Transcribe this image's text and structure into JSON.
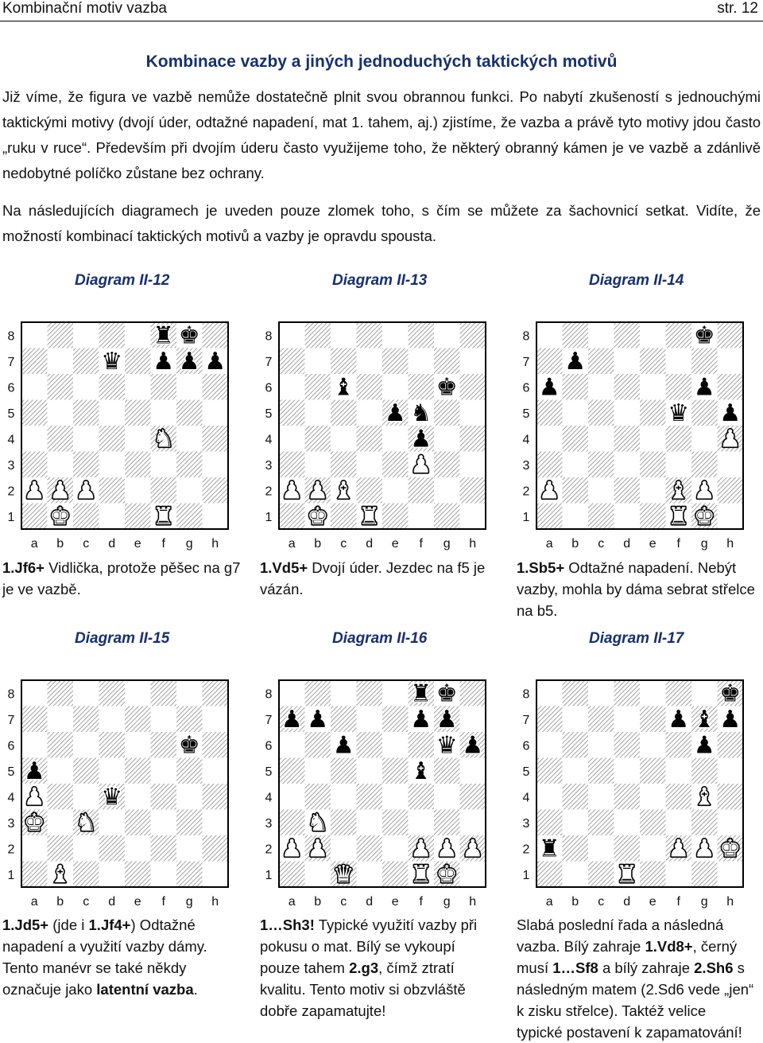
{
  "header": {
    "left": "Kombinační motiv vazba",
    "right": "str. 12"
  },
  "title": "Kombinace vazby a jiných jednoduchých taktických motivů",
  "paragraph1": "Již víme, že figura ve vazbě nemůže dostatečně plnit svou obrannou funkci. Po nabytí zkušeností s jednouchými taktickými motivy (dvojí úder, odtažné napadení, mat 1. tahem, aj.) zjistíme, že vazba a právě tyto motivy jdou často „ruku v ruce“. Především při dvojím úderu často využijeme toho, že některý obranný kámen je ve vazbě a zdánlivě nedobytné políčko zůstane bez ochrany.",
  "paragraph2": "Na následujících diagramech je uveden pouze zlomek toho, s čím se můžete za šachovnicí setkat. Vidíte, že možností kombinací taktických motivů a vazby je opravdu spousta.",
  "board_labels": {
    "ranks": [
      "8",
      "7",
      "6",
      "5",
      "4",
      "3",
      "2",
      "1"
    ],
    "files": [
      "a",
      "b",
      "c",
      "d",
      "e",
      "f",
      "g",
      "h"
    ]
  },
  "diagrams": [
    {
      "label": "Diagram II-12",
      "pieces": [
        "bRf8",
        "bKg8",
        "bQd7",
        "bPf7",
        "bPg7",
        "bPh7",
        "wNf4",
        "wPa2",
        "wPb2",
        "wPc2",
        "wKb1",
        "wRf1"
      ],
      "caption": [
        {
          "b": true,
          "t": "1.Jf6+"
        },
        {
          "b": false,
          "t": " Vidlička, protože pěšec na g7 je ve vazbě."
        }
      ]
    },
    {
      "label": "Diagram II-13",
      "pieces": [
        "bBc6",
        "bKg6",
        "bPe5",
        "bNf5",
        "bPf4",
        "wPf3",
        "wPa2",
        "wPb2",
        "wBc2",
        "wKb1",
        "wRd1"
      ],
      "caption": [
        {
          "b": true,
          "t": "1.Vd5+"
        },
        {
          "b": false,
          "t": " Dvojí úder. Jezdec na f5 je vázán."
        }
      ]
    },
    {
      "label": "Diagram II-14",
      "pieces": [
        "bKg8",
        "bPb7",
        "bPa6",
        "bPg6",
        "bQf5",
        "bPh5",
        "wPh4",
        "wPa2",
        "wBf2",
        "wPg2",
        "wRf1",
        "wKg1"
      ],
      "caption": [
        {
          "b": true,
          "t": "1.Sb5+"
        },
        {
          "b": false,
          "t": " Odtažné napadení. Nebýt vazby, mohla by dáma sebrat střelce na b5."
        }
      ]
    },
    {
      "label": "Diagram II-15",
      "pieces": [
        "bKg6",
        "bPa5",
        "bQd4",
        "wPa4",
        "wKa3",
        "wNc3",
        "wBb1"
      ],
      "caption": [
        {
          "b": true,
          "t": "1.Jd5+"
        },
        {
          "b": false,
          "t": " (jde i "
        },
        {
          "b": true,
          "t": "1.Jf4+"
        },
        {
          "b": false,
          "t": ") Odtažné napadení a využití vazby dámy. Tento manévr se také někdy označuje jako "
        },
        {
          "b": true,
          "t": "latentní vazba"
        },
        {
          "b": false,
          "t": "."
        }
      ]
    },
    {
      "label": "Diagram II-16",
      "pieces": [
        "bRf8",
        "bKg8",
        "bPa7",
        "bPb7",
        "bPf7",
        "bPg7",
        "bPc6",
        "bQg6",
        "bPh6",
        "bBf5",
        "wNb3",
        "wPa2",
        "wPb2",
        "wPf2",
        "wPg2",
        "wPh2",
        "wQc1",
        "wRf1",
        "wKg1"
      ],
      "caption": [
        {
          "b": true,
          "t": "1…Sh3!"
        },
        {
          "b": false,
          "t": " Typické využití vazby při pokusu o mat. Bílý se vykoupí pouze tahem "
        },
        {
          "b": true,
          "t": "2.g3"
        },
        {
          "b": false,
          "t": ", čímž ztratí kvalitu. Tento motiv si obzvláště dobře zapamatujte!"
        }
      ]
    },
    {
      "label": "Diagram II-17",
      "pieces": [
        "bKh8",
        "bPf7",
        "bBg7",
        "bPh7",
        "bPg6",
        "wBg4",
        "bRa2",
        "wPf2",
        "wPg2",
        "wKh2",
        "wRd1"
      ],
      "caption": [
        {
          "b": false,
          "t": "Slabá poslední řada a následná vazba.  Bílý zahraje "
        },
        {
          "b": true,
          "t": "1.Vd8+"
        },
        {
          "b": false,
          "t": ", černý musí "
        },
        {
          "b": true,
          "t": "1…Sf8"
        },
        {
          "b": false,
          "t": " a bílý zahraje "
        },
        {
          "b": true,
          "t": "2.Sh6"
        },
        {
          "b": false,
          "t": " s následným matem (2.Sd6 vede „jen“ k zisku střelce). Taktéž velice typické postavení k zapamatování!"
        }
      ]
    }
  ]
}
